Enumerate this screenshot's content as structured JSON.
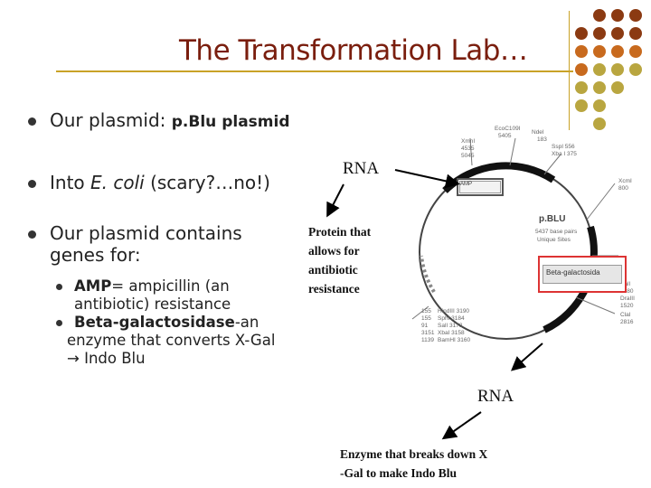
{
  "title": "The Transformation Lab…",
  "bullets": {
    "plasmid_prefix": "Our plasmid: ",
    "plasmid_name": "p.Blu plasmid",
    "into_prefix": "Into ",
    "into_species": "E. coli",
    "into_suffix": " (scary?…no!)",
    "contains_line1": "Our plasmid contains",
    "contains_line2": "genes for:",
    "amp_term": "AMP",
    "amp_line1_rest": "= ampicillin (an",
    "amp_line2": "antibiotic) resistance",
    "beta_term": "Beta-galactosidase",
    "beta_line1_rest": "-an",
    "beta_line2": "enzyme that converts X-Gal",
    "beta_line3": "Indo Blu",
    "arrow_glyph": "→"
  },
  "annotations": {
    "rna_top": "RNA",
    "protein_line1": "Protein that",
    "protein_line2": "allows for",
    "protein_line3": "antibiotic",
    "protein_line4": "resistance",
    "rna_bottom": "RNA",
    "enzyme_line1": "Enzyme that breaks down X",
    "enzyme_line2": "-Gal to make Indo Blu"
  },
  "plasmid_map": {
    "name": "p.BLU",
    "size": "5437 base pairs",
    "sites": "Unique Sites",
    "amp_label": "AMP",
    "beta_label": "Beta-galactosida",
    "top_sites": [
      "EcoC109I",
      "5405",
      "NdeI",
      "183",
      "SspI 556",
      "XmnI",
      "4535",
      "Xba I 375",
      "5045"
    ],
    "right_sites": [
      "XcmI",
      "800",
      "SalI",
      "1780",
      "DraIII",
      "1520",
      "ClaI",
      "2816"
    ],
    "left_sites": [
      "155",
      "155",
      "91",
      "3151",
      "1139"
    ],
    "left_enzymes": [
      "HindIII 3190",
      "SphI 3184",
      "SalI 3173",
      "XbaI 3158",
      "BamHI 3160"
    ]
  },
  "colors": {
    "title": "#7a1e0e",
    "accent_line": "#c9a227",
    "dot_dark": "#8b3a12",
    "dot_orange": "#c86a1e",
    "dot_olive": "#b9a640",
    "label_border": "#dd3333"
  }
}
